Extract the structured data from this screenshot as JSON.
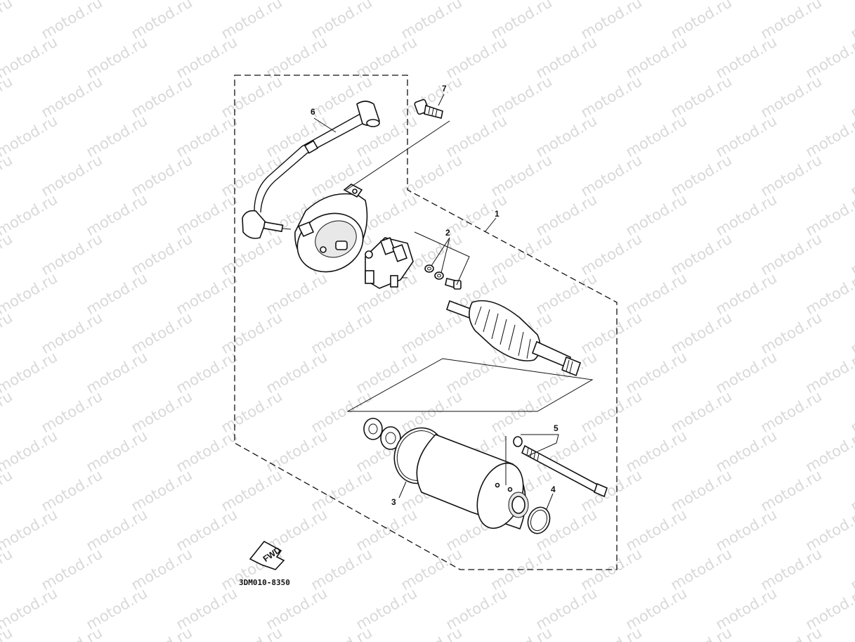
{
  "watermark": {
    "text": "motod.ru"
  },
  "diagram": {
    "drawing_code": "3DM010-8350",
    "fwd_badge": "FWD",
    "callouts": {
      "c1": "1",
      "c2": "2",
      "c3": "3",
      "c4": "4",
      "c5": "5",
      "c6": "6",
      "c7": "7"
    }
  },
  "colors": {
    "line": "#111111",
    "watermark": "#d9d9d9",
    "background": "#ffffff"
  }
}
